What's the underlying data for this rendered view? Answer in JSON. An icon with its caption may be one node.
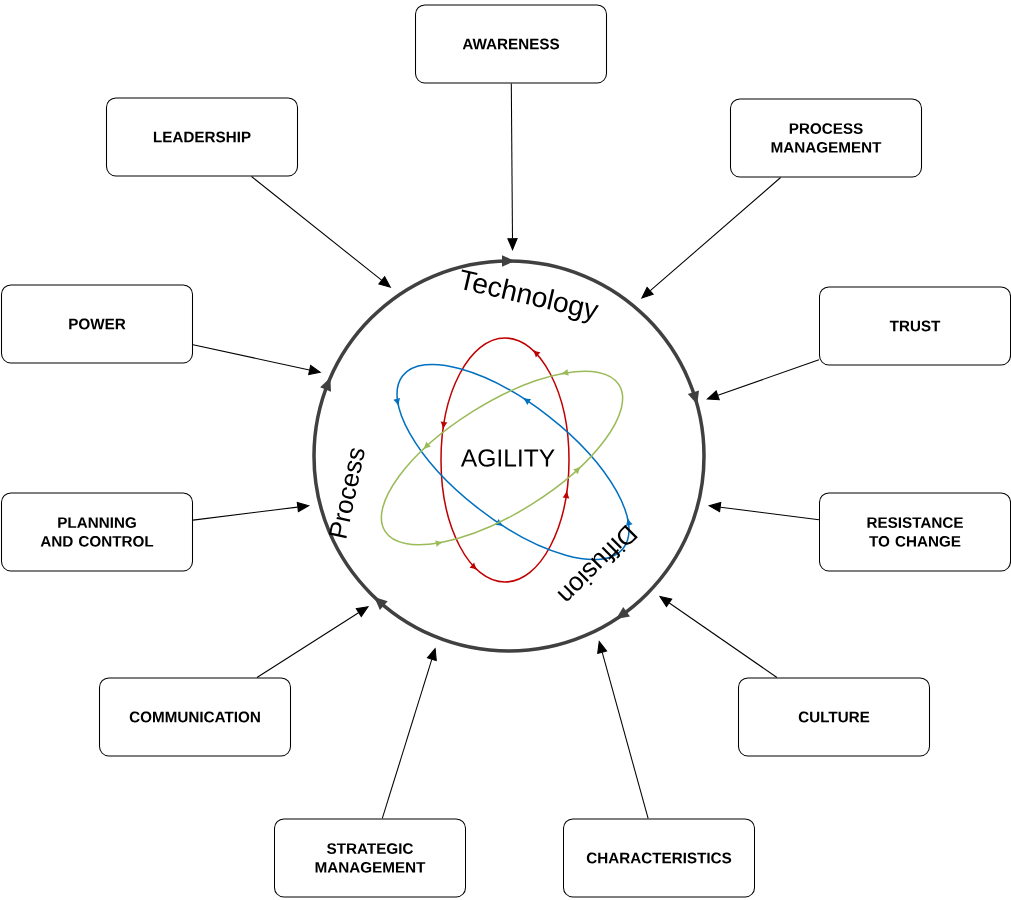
{
  "diagram": {
    "nodes": [
      {
        "text": [
          "AGILITY",
          "Technology",
          "Diffusion",
          "Process"
        ]
      },
      {
        "text": [
          "AWARENESS"
        ]
      },
      {
        "text": [
          "LEADERSHIP"
        ]
      },
      {
        "text": [
          "PROCESS MANAGEMENT"
        ]
      },
      {
        "text": [
          "POWER"
        ]
      },
      {
        "text": [
          "TRUST"
        ]
      },
      {
        "text": [
          "PLANNING AND CONTROL"
        ]
      },
      {
        "text": [
          "RESISTANCE TO CHANGE"
        ]
      },
      {
        "text": [
          "COMMUNICATION"
        ]
      },
      {
        "text": [
          "CULTURE"
        ]
      },
      {
        "text": [
          "STRATEGIC MANAGEMENT"
        ]
      },
      {
        "text": [
          "CHARACTERISTICS"
        ]
      }
    ],
    "edges": [
      {
        "from": 1,
        "to": 0,
        "arrow": "to"
      },
      {
        "from": 2,
        "to": 0,
        "arrow": "to"
      },
      {
        "from": 3,
        "to": 0,
        "arrow": "to"
      },
      {
        "from": 4,
        "to": 0,
        "arrow": "to"
      },
      {
        "from": 5,
        "to": 0,
        "arrow": "to"
      },
      {
        "from": 6,
        "to": 0,
        "arrow": "to"
      },
      {
        "from": 7,
        "to": 0,
        "arrow": "to"
      },
      {
        "from": 8,
        "to": 0,
        "arrow": "to"
      },
      {
        "from": 9,
        "to": 0,
        "arrow": "to"
      },
      {
        "from": 10,
        "to": 0,
        "arrow": "to"
      },
      {
        "from": 11,
        "to": 0,
        "arrow": "to"
      }
    ]
  }
}
